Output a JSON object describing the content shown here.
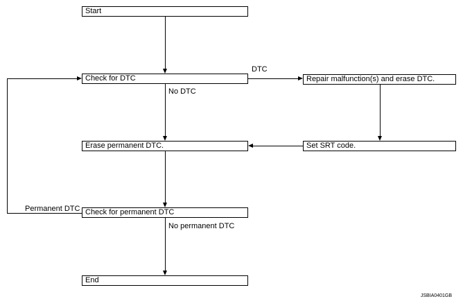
{
  "figure": {
    "code": "JSBIA0401GB"
  },
  "flowchart": {
    "type": "flowchart",
    "nodes": {
      "start": {
        "label": "Start"
      },
      "check_dtc": {
        "label": "Check for DTC"
      },
      "repair": {
        "label": "Repair malfunction(s) and erase DTC."
      },
      "erase_permanent": {
        "label": "Erase permanent DTC."
      },
      "set_srt": {
        "label": "Set SRT code."
      },
      "check_permanent": {
        "label": "Check for permanent DTC"
      },
      "end": {
        "label": "End"
      }
    },
    "edges": [
      {
        "from": "Start",
        "to": "Check for DTC",
        "label": ""
      },
      {
        "from": "Check for DTC",
        "to": "Repair malfunction(s) and erase DTC.",
        "label": "DTC"
      },
      {
        "from": "Check for DTC",
        "to": "Erase permanent DTC.",
        "label": "No DTC"
      },
      {
        "from": "Repair malfunction(s) and erase DTC.",
        "to": "Set SRT code.",
        "label": ""
      },
      {
        "from": "Set SRT code.",
        "to": "Erase permanent DTC.",
        "label": ""
      },
      {
        "from": "Erase permanent DTC.",
        "to": "Check for permanent DTC",
        "label": ""
      },
      {
        "from": "Check for permanent DTC",
        "to": "Check for DTC",
        "label": "Permanent DTC"
      },
      {
        "from": "Check for permanent DTC",
        "to": "End",
        "label": "No permanent DTC"
      }
    ],
    "colors": {
      "line": "#000000",
      "box_fill": "#ffffff",
      "background": "#ffffff",
      "text": "#000000"
    }
  }
}
